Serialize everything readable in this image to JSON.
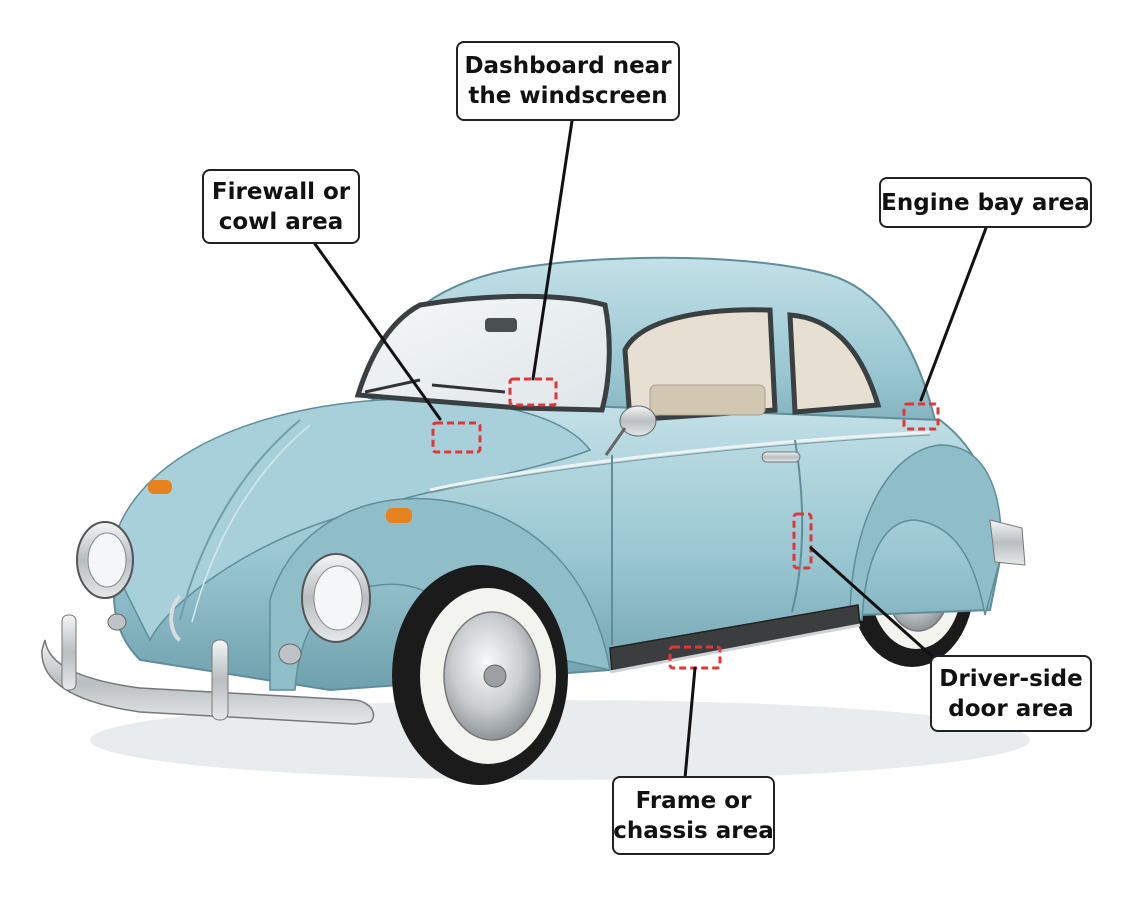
{
  "diagram": {
    "subject": "classic-beetle-car",
    "palette": {
      "body": "#98c6d1",
      "body_shadow": "#6fa0ad",
      "body_highlight": "#c3e0e7",
      "chrome": "#d7dadc",
      "tire": "#1b1b1b",
      "whitewall": "#f3f3ef",
      "interior": "#ddd3c2",
      "marker": "#e0363a",
      "leader": "#111111"
    },
    "labels": [
      {
        "id": "dashboard",
        "lines": [
          "Dashboard near",
          "the windscreen"
        ]
      },
      {
        "id": "firewall",
        "lines": [
          "Firewall or",
          "cowl area"
        ]
      },
      {
        "id": "engine",
        "lines": [
          "Engine bay area"
        ]
      },
      {
        "id": "door",
        "lines": [
          "Driver-side",
          "door area"
        ]
      },
      {
        "id": "frame",
        "lines": [
          "Frame or",
          "chassis area"
        ]
      }
    ]
  }
}
